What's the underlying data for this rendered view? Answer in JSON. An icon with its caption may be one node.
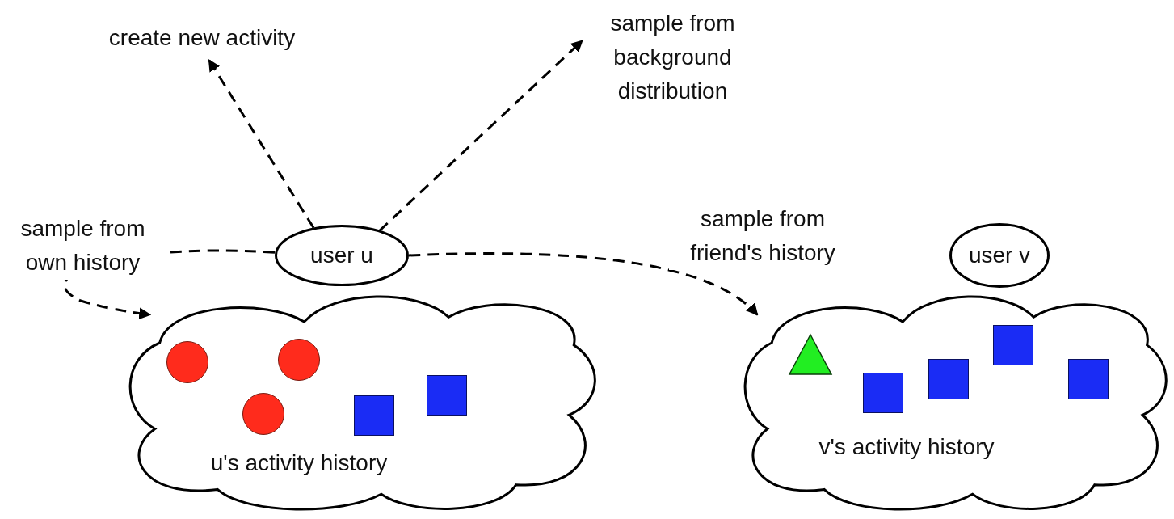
{
  "diagram": {
    "nodes": [
      {
        "text": [
          "create new activity"
        ]
      },
      {
        "text": [
          "sample from background distribution"
        ]
      },
      {
        "text": [
          "user u"
        ]
      },
      {
        "text": [
          "u's activity history"
        ]
      },
      {
        "text": [],
        "shape": "circle",
        "in": 3
      },
      {
        "text": [],
        "shape": "circle",
        "in": 3
      },
      {
        "text": [],
        "shape": "circle",
        "in": 3
      },
      {
        "text": [],
        "shape": "box",
        "in": 3
      },
      {
        "text": [],
        "shape": "box",
        "in": 3
      },
      {
        "text": [
          "user v"
        ]
      },
      {
        "text": [
          "v's activity history"
        ]
      },
      {
        "text": [],
        "shape": "triangle",
        "in": 10
      },
      {
        "text": [],
        "shape": "box",
        "in": 10
      },
      {
        "text": [],
        "shape": "box",
        "in": 10
      },
      {
        "text": [],
        "shape": "box",
        "in": 10
      },
      {
        "text": [],
        "shape": "box",
        "in": 10
      }
    ],
    "edges": [
      {
        "from": 2,
        "to": 0,
        "arrow": "to",
        "style": "dashed"
      },
      {
        "from": 2,
        "to": 1,
        "arrow": "to",
        "style": "dashed"
      },
      {
        "from": 2,
        "to": 3,
        "arrow": "to",
        "style": "dashed",
        "label": "sample from own history"
      },
      {
        "from": 2,
        "to": 10,
        "arrow": "to",
        "style": "dashed",
        "label": "sample from friend's history"
      }
    ]
  }
}
